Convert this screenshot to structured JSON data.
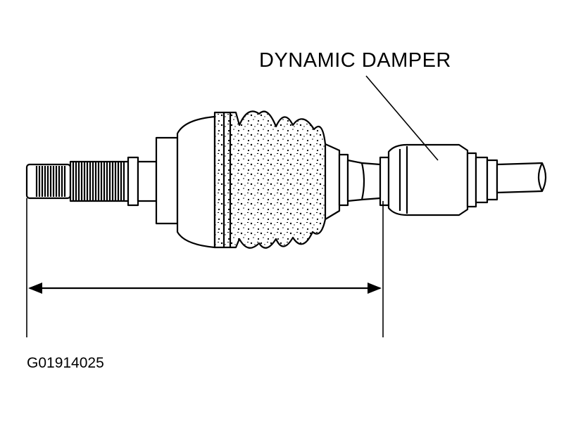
{
  "callout": {
    "label": "DYNAMIC DAMPER"
  },
  "figure": {
    "id": "G01914025"
  },
  "colors": {
    "ink": "#000000",
    "paper": "#ffffff"
  },
  "icons": {
    "dimension_arrow": "double-headed-arrow"
  }
}
